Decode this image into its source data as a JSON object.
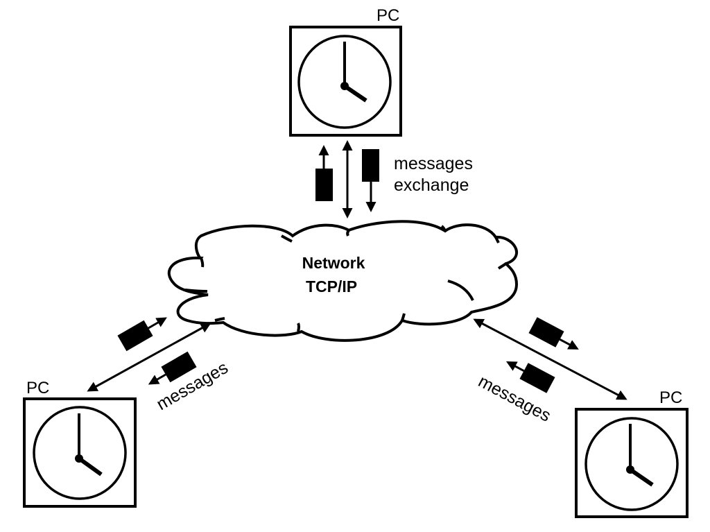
{
  "diagram": {
    "network": {
      "title": "Network",
      "subtitle": "TCP/IP",
      "shape": "cloud"
    },
    "nodes": [
      {
        "id": "pc-top",
        "label": "PC",
        "icon": "clock-icon"
      },
      {
        "id": "pc-left",
        "label": "PC",
        "icon": "clock-icon"
      },
      {
        "id": "pc-right",
        "label": "PC",
        "icon": "clock-icon"
      }
    ],
    "edges": [
      {
        "from": "pc-top",
        "to": "network",
        "label_line1": "messages",
        "label_line2": "exchange",
        "direction": "bidirectional"
      },
      {
        "from": "pc-left",
        "to": "network",
        "label": "messages",
        "direction": "bidirectional"
      },
      {
        "from": "pc-right",
        "to": "network",
        "label": "messages",
        "direction": "bidirectional"
      }
    ],
    "colors": {
      "stroke": "#000000",
      "background": "#ffffff"
    }
  }
}
